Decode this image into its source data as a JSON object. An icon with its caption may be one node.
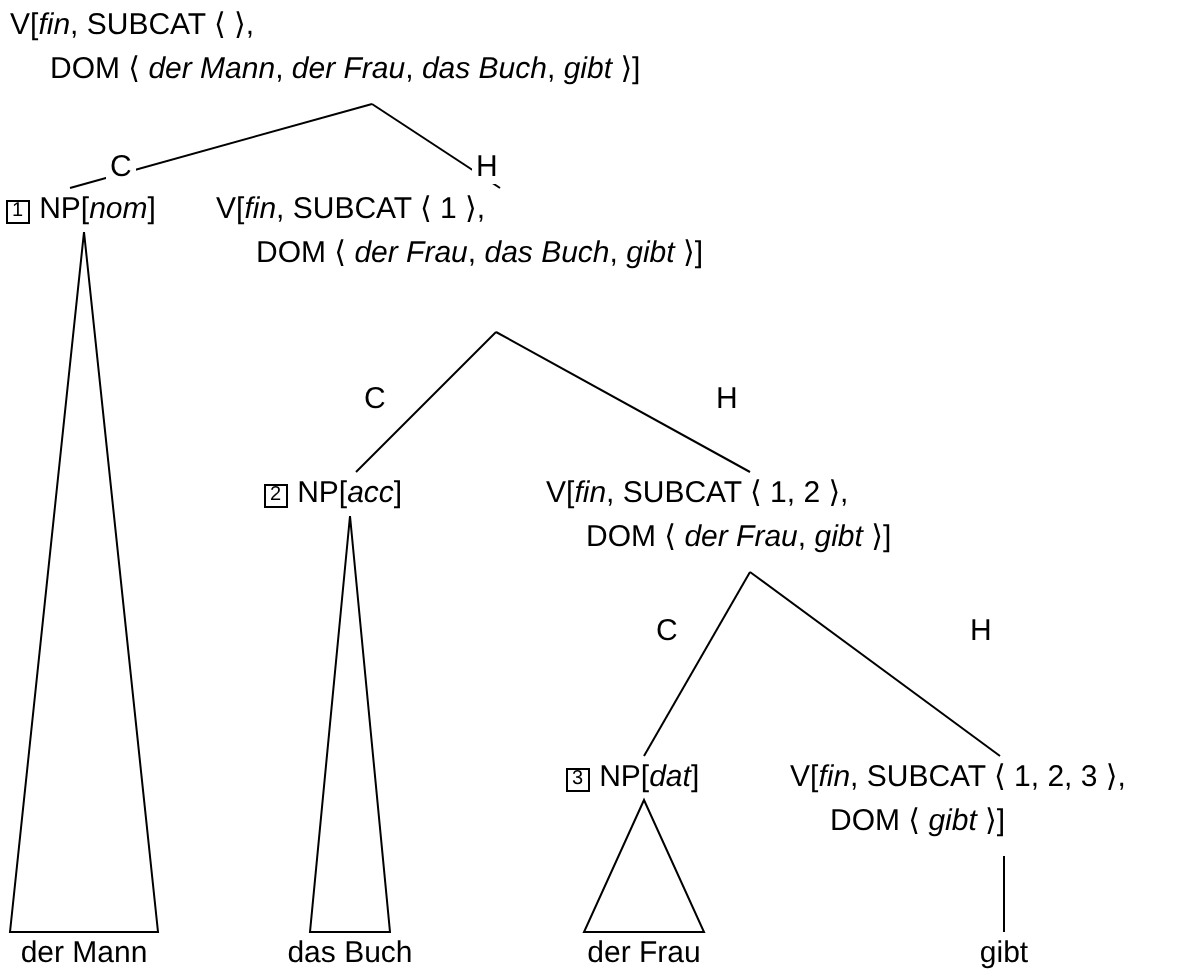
{
  "diagram": {
    "nodes": [
      {
        "text": [
          "V[*fin*, SUBCAT ⟨ ⟩,",
          "DOM ⟨ *der Mann*, *der Frau*, *das Buch*, *gibt* ⟩]"
        ]
      },
      {
        "text": [
          "1",
          "NP[*nom*]"
        ]
      },
      {
        "text": [
          "V[*fin*, SUBCAT ⟨ 1 ⟩,",
          "DOM ⟨ *der Frau*, *das Buch*, *gibt* ⟩]"
        ]
      },
      {
        "text": [
          "2",
          "NP[*acc*]"
        ]
      },
      {
        "text": [
          "V[*fin*, SUBCAT ⟨ 1, 2 ⟩,",
          "DOM ⟨ *der Frau*, *gibt* ⟩]"
        ]
      },
      {
        "text": [
          "3",
          "NP[*dat*]"
        ]
      },
      {
        "text": [
          "V[*fin*, SUBCAT ⟨ 1, 2, 3 ⟩,",
          "DOM ⟨ *gibt* ⟩]"
        ]
      },
      {
        "text": [
          "der Mann"
        ]
      },
      {
        "text": [
          "das Buch"
        ]
      },
      {
        "text": [
          "der Frau"
        ]
      },
      {
        "text": [
          "gibt"
        ]
      }
    ],
    "edges": [
      {
        "from": 0,
        "to": 1,
        "arrow": "none",
        "label": "C"
      },
      {
        "from": 0,
        "to": 2,
        "arrow": "none",
        "label": "H"
      },
      {
        "from": 2,
        "to": 3,
        "arrow": "none",
        "label": "C"
      },
      {
        "from": 2,
        "to": 4,
        "arrow": "none",
        "label": "H"
      },
      {
        "from": 4,
        "to": 5,
        "arrow": "none",
        "label": "C"
      },
      {
        "from": 4,
        "to": 6,
        "arrow": "none",
        "label": "H"
      },
      {
        "from": 1,
        "to": 7,
        "arrow": "none"
      },
      {
        "from": 3,
        "to": 8,
        "arrow": "none"
      },
      {
        "from": 5,
        "to": 9,
        "arrow": "none"
      },
      {
        "from": 6,
        "to": 10,
        "arrow": "none"
      }
    ]
  }
}
